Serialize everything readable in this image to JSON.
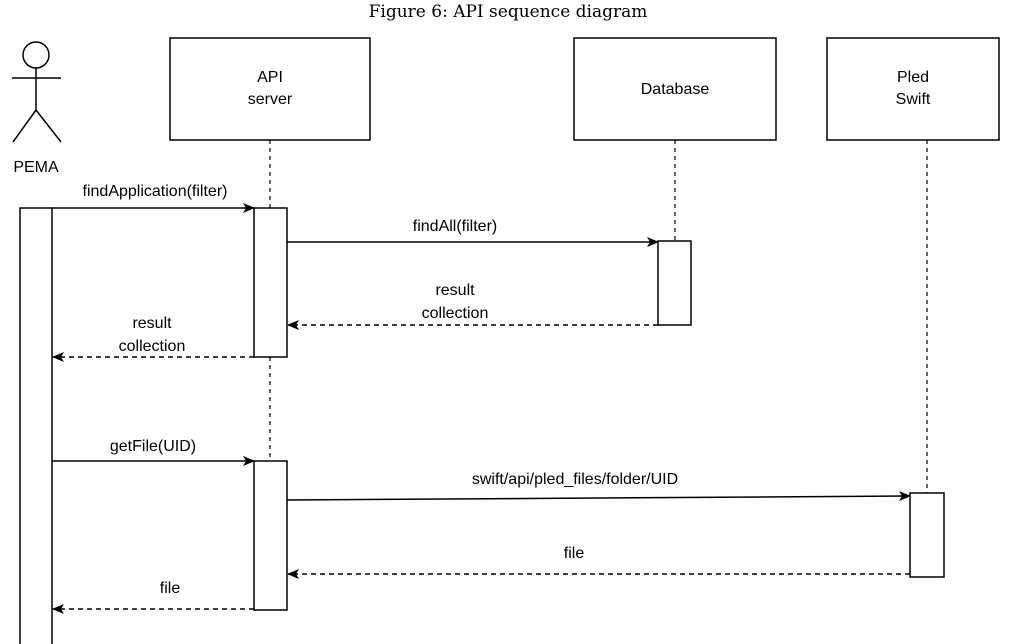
{
  "caption": "Figure 6: API sequence diagram",
  "actor": {
    "name": "PEMA"
  },
  "participants": [
    {
      "id": "api",
      "lines": [
        "API",
        "server"
      ]
    },
    {
      "id": "db",
      "lines": [
        "Database"
      ]
    },
    {
      "id": "swift",
      "lines": [
        "Pled",
        "Swift"
      ]
    }
  ],
  "messages": [
    {
      "id": "find-application",
      "from": "PEMA",
      "to": "API server",
      "type": "call",
      "lines": [
        "findApplication(filter)"
      ]
    },
    {
      "id": "find-all",
      "from": "API server",
      "to": "Database",
      "type": "call",
      "lines": [
        "findAll(filter)"
      ]
    },
    {
      "id": "db-result",
      "from": "Database",
      "to": "API server",
      "type": "return",
      "lines": [
        "result",
        "collection"
      ]
    },
    {
      "id": "api-result",
      "from": "API server",
      "to": "PEMA",
      "type": "return",
      "lines": [
        "result",
        "collection"
      ]
    },
    {
      "id": "get-file",
      "from": "PEMA",
      "to": "API server",
      "type": "call",
      "lines": [
        "getFile(UID)"
      ]
    },
    {
      "id": "swift-call",
      "from": "API server",
      "to": "Pled Swift",
      "type": "call",
      "lines": [
        "swift/api/pled_files/folder/UID"
      ]
    },
    {
      "id": "swift-file",
      "from": "Pled Swift",
      "to": "API server",
      "type": "return",
      "lines": [
        "file"
      ]
    },
    {
      "id": "api-file",
      "from": "API server",
      "to": "PEMA",
      "type": "return",
      "lines": [
        "file"
      ]
    }
  ]
}
